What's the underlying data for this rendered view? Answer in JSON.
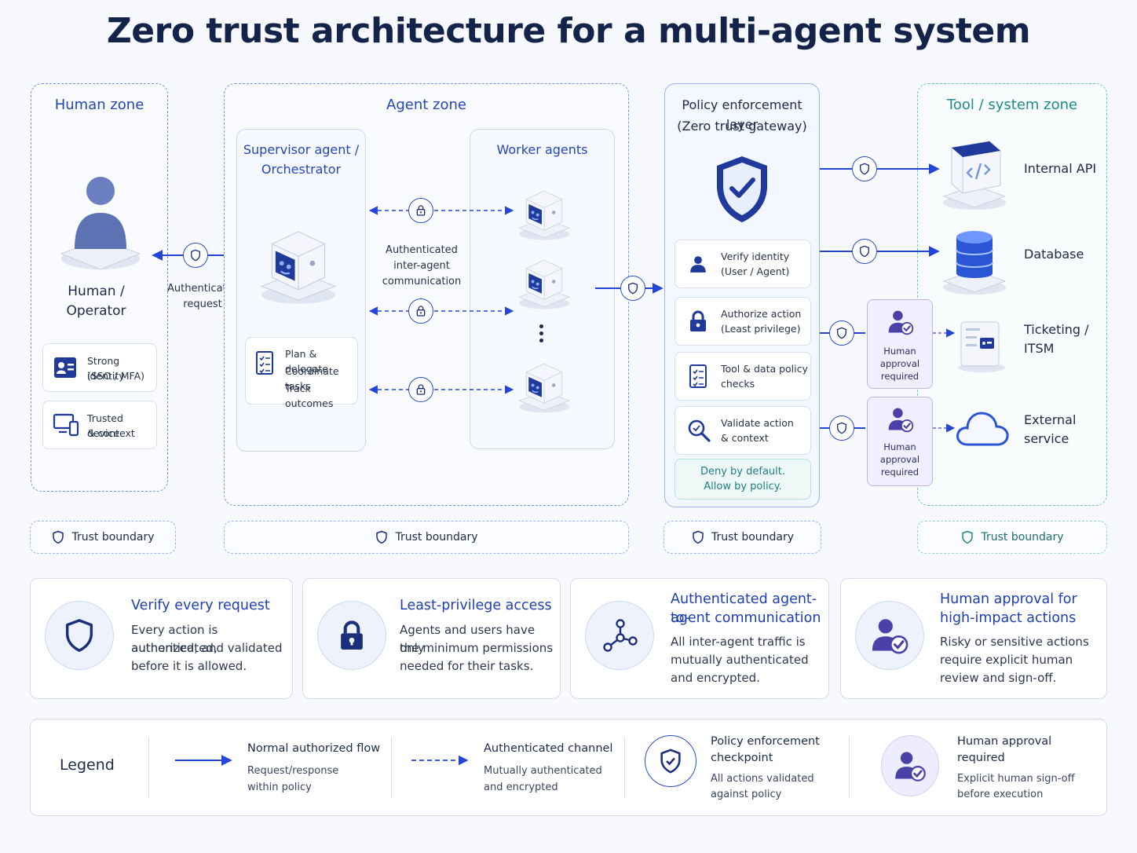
{
  "title": "Zero trust architecture for a multi-agent system",
  "zones": {
    "human": {
      "title": "Human zone",
      "operator_label_1": "Human /",
      "operator_label_2": "Operator",
      "cards": [
        {
          "line1": "Strong identity",
          "line2": "(SSO / MFA)",
          "icon": "id-card-icon"
        },
        {
          "line1": "Trusted device",
          "line2": "& context",
          "icon": "device-icon"
        }
      ]
    },
    "auth_request": {
      "line1": "Authenticated",
      "line2": "request"
    },
    "agent": {
      "title": "Agent zone",
      "supervisor": {
        "title_1": "Supervisor agent /",
        "title_2": "Orchestrator",
        "tasks": [
          "Plan & delegate",
          "Coordinate tasks",
          "Track outcomes"
        ]
      },
      "workers_title": "Worker agents",
      "inter_agent": {
        "line1": "Authenticated",
        "line2": "inter-agent",
        "line3": "communication"
      }
    },
    "policy": {
      "title_1": "Policy enforcement layer",
      "title_2": "(Zero trust gateway)",
      "checks": [
        {
          "line1": "Verify identity",
          "line2": "(User / Agent)",
          "icon": "user-icon"
        },
        {
          "line1": "Authorize action",
          "line2": "(Least privilege)",
          "icon": "lock-icon"
        },
        {
          "line1": "Tool & data policy",
          "line2": "checks",
          "icon": "checklist-icon"
        },
        {
          "line1": "Validate action",
          "line2": "& context",
          "icon": "magnifier-icon"
        }
      ],
      "default_1": "Deny by default.",
      "default_2": "Allow by policy."
    },
    "tools": {
      "title": "Tool / system zone",
      "items": [
        {
          "line1": "Internal API",
          "line2": ""
        },
        {
          "line1": "Database",
          "line2": ""
        },
        {
          "line1": "Ticketing /",
          "line2": "ITSM"
        },
        {
          "line1": "External",
          "line2": "service"
        }
      ],
      "approval": {
        "line1": "Human",
        "line2": "approval",
        "line3": "required"
      }
    }
  },
  "trust_boundary": "Trust boundary",
  "principles": [
    {
      "title_1": "Verify every request",
      "title_2": "",
      "text": [
        "Every action is authenticated,",
        "authorized, and validated",
        "before it is allowed."
      ]
    },
    {
      "title_1": "Least-privilege access",
      "title_2": "",
      "text": [
        "Agents and users have only",
        "the minimum permissions",
        "needed for their tasks."
      ]
    },
    {
      "title_1": "Authenticated agent-to-",
      "title_2": "agent communication",
      "text": [
        "All inter-agent traffic is",
        "mutually authenticated",
        "and encrypted."
      ]
    },
    {
      "title_1": "Human approval for",
      "title_2": "high-impact actions",
      "text": [
        "Risky or sensitive actions",
        "require explicit human",
        "review and sign-off."
      ]
    }
  ],
  "legend": {
    "title": "Legend",
    "items": [
      {
        "title_1": "Normal authorized flow",
        "title_2": "",
        "text_1": "Request/response",
        "text_2": "within policy"
      },
      {
        "title_1": "Authenticated channel",
        "title_2": "",
        "text_1": "Mutually authenticated",
        "text_2": "and encrypted"
      },
      {
        "title_1": "Policy enforcement",
        "title_2": "checkpoint",
        "text_1": "All actions validated",
        "text_2": "against policy"
      },
      {
        "title_1": "Human approval",
        "title_2": "required",
        "text_1": "Explicit human sign-off",
        "text_2": "before execution"
      }
    ]
  },
  "colors": {
    "primary": "#2346b8",
    "navy": "#14234a",
    "teal": "#1f8b8c",
    "approval": "#f1efff"
  }
}
